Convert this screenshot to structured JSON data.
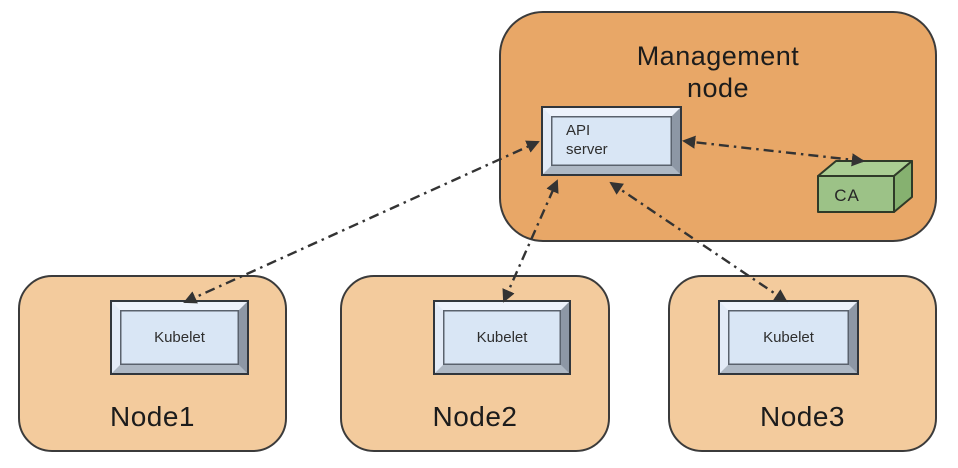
{
  "management_node": {
    "label": "Management\nnode",
    "api_server_label": "API\nserver",
    "ca_label": "CA"
  },
  "worker_nodes": [
    {
      "label": "Node1",
      "component_label": "Kubelet"
    },
    {
      "label": "Node2",
      "component_label": "Kubelet"
    },
    {
      "label": "Node3",
      "component_label": "Kubelet"
    }
  ],
  "connections": [
    {
      "from": "api-server",
      "to": "kubelet-node1",
      "style": "dash-dot",
      "arrows": "both"
    },
    {
      "from": "api-server",
      "to": "kubelet-node2",
      "style": "dash-dot",
      "arrows": "both"
    },
    {
      "from": "api-server",
      "to": "kubelet-node3",
      "style": "dash-dot",
      "arrows": "both"
    },
    {
      "from": "api-server",
      "to": "ca",
      "style": "dash-dot",
      "arrows": "both"
    }
  ],
  "colors": {
    "background": "#FFFFFF",
    "management_node_fill": "#E8A767",
    "worker_node_fill": "#F3CB9D",
    "box_face": "#D9E6F5",
    "ca_front": "#9CC287",
    "ca_top": "#AACE93",
    "ca_side": "#86B170",
    "border_dark": "#3B3B3B",
    "arrow": "#333333"
  }
}
